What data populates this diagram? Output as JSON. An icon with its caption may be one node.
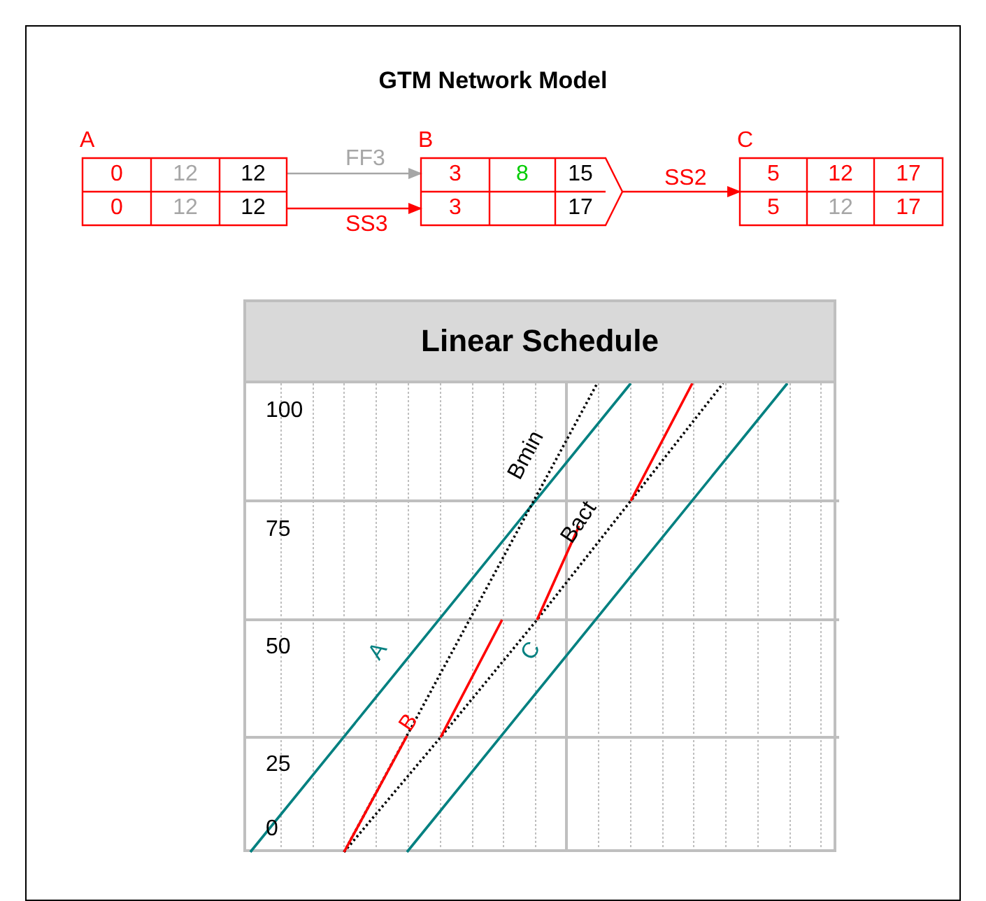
{
  "diagram": {
    "title": "GTM Network Model",
    "nodes": [
      {
        "text": [
          "A",
          "0",
          "12",
          "12",
          "0",
          "12",
          "12"
        ]
      },
      {
        "text": [
          "B",
          "3",
          "8",
          "15",
          "3",
          "17"
        ]
      },
      {
        "text": [
          "C",
          "5",
          "12",
          "17",
          "5",
          "12",
          "17"
        ]
      },
      {
        "text": [
          "Linear Schedule"
        ]
      }
    ],
    "edges": [
      {
        "from": 0,
        "to": 1,
        "arrow": "to",
        "label": "FF3",
        "color": "#a6a6a6"
      },
      {
        "from": 0,
        "to": 1,
        "arrow": "to",
        "label": "SS3"
      },
      {
        "from": 1,
        "to": 2,
        "arrow": "to",
        "label": "SS2"
      }
    ],
    "labels": [
      "100",
      "Bmin",
      "75",
      "Bact",
      "50",
      "A",
      "C",
      "B",
      "25",
      "0"
    ]
  }
}
